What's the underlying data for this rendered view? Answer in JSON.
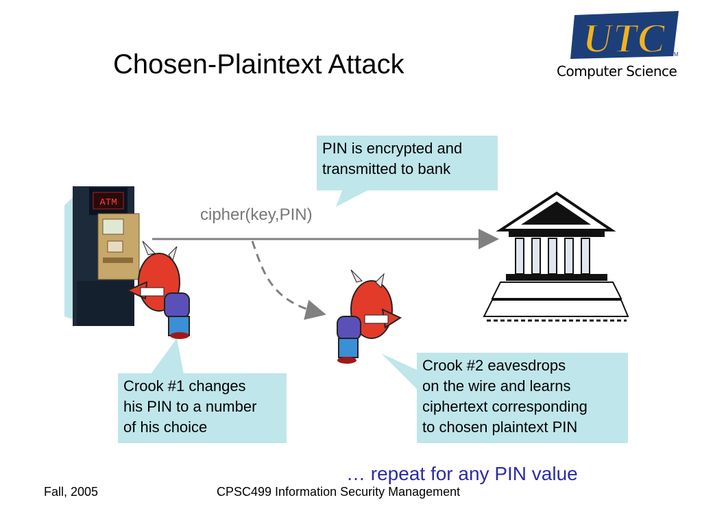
{
  "slide": {
    "title": "Chosen-Plaintext Attack",
    "logo": {
      "text": "UTC",
      "caption": "Computer Science",
      "tm": "TM",
      "colors": {
        "fill": "#f2b21e",
        "outline": "#1c3f7a"
      }
    },
    "atm": {
      "label": "ATM"
    },
    "cipher_label": "cipher(key,PIN)",
    "callouts": {
      "transmit": "PIN is encrypted and\ntransmitted to bank",
      "crook1": "Crook #1 changes\nhis PIN to a number\nof his choice",
      "crook2": "Crook #2 eavesdrops\non the wire and learns\nciphertext corresponding\nto chosen plaintext PIN"
    },
    "repeat_note": "… repeat for any PIN value",
    "footer": {
      "left": "Fall, 2005",
      "center": "CPSC499 Information Security Management"
    },
    "colors": {
      "callout_bg": "#bfe6ea",
      "arrow": "#808080",
      "accent_text": "#2b2ba8"
    }
  }
}
